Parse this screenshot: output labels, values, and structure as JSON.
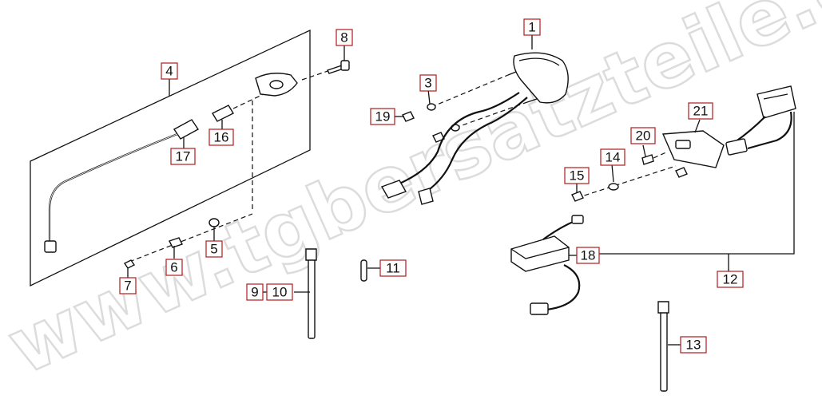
{
  "watermark": "www.tgbersatzteile.de",
  "callouts": [
    {
      "id": "1",
      "label": "1"
    },
    {
      "id": "3",
      "label": "3"
    },
    {
      "id": "4",
      "label": "4"
    },
    {
      "id": "5",
      "label": "5"
    },
    {
      "id": "6",
      "label": "6"
    },
    {
      "id": "7",
      "label": "7"
    },
    {
      "id": "8",
      "label": "8"
    },
    {
      "id": "9",
      "label": "9"
    },
    {
      "id": "10",
      "label": "10"
    },
    {
      "id": "11",
      "label": "11"
    },
    {
      "id": "12",
      "label": "12"
    },
    {
      "id": "13",
      "label": "13"
    },
    {
      "id": "14",
      "label": "14"
    },
    {
      "id": "15",
      "label": "15"
    },
    {
      "id": "16",
      "label": "16"
    },
    {
      "id": "17",
      "label": "17"
    },
    {
      "id": "18",
      "label": "18"
    },
    {
      "id": "19",
      "label": "19"
    },
    {
      "id": "20",
      "label": "20"
    },
    {
      "id": "21",
      "label": "21"
    }
  ]
}
